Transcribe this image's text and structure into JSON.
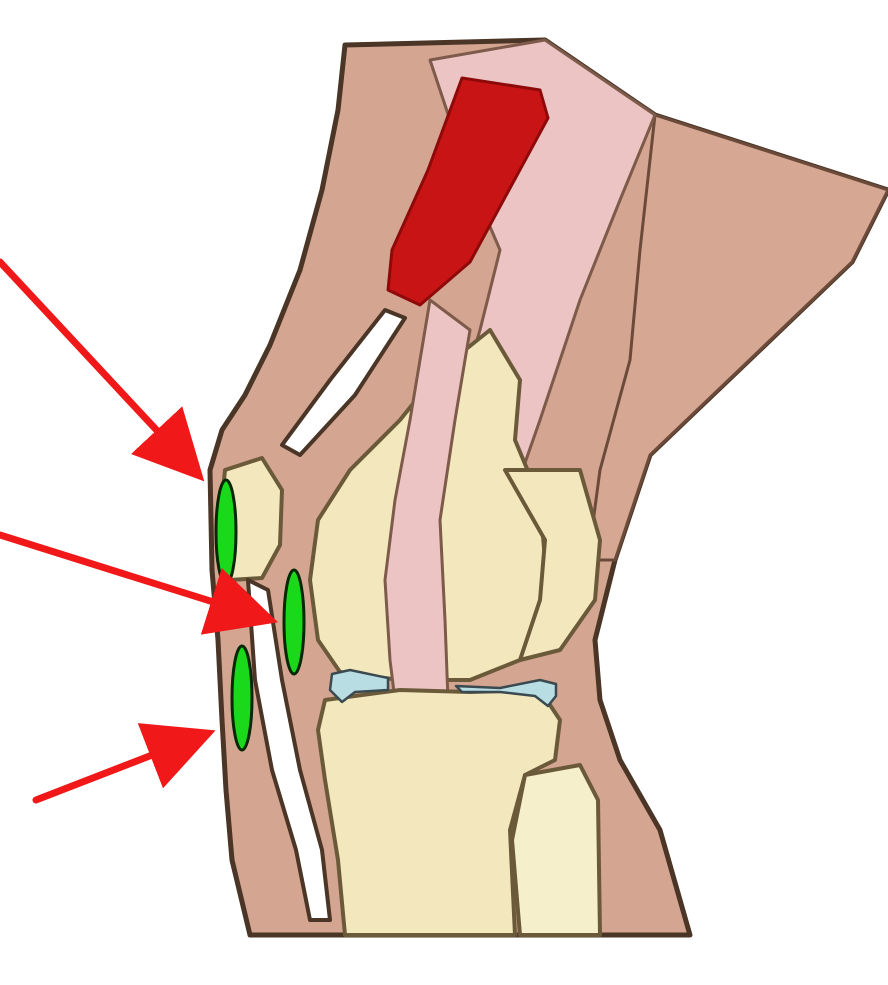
{
  "figure": {
    "subject": "knee-joint-sagittal-cross-section",
    "labels": []
  },
  "colors": {
    "background": "#ffffff",
    "skin": "#d4a590",
    "skin_dark": "#c99580",
    "outline": "#4a3526",
    "muscle": "#c81414",
    "muscle_dark": "#8e0a0a",
    "tendon": "#ecc4c4",
    "tendon_light": "#f3d9d6",
    "bone": "#f3e8bd",
    "fat_pad": "#f6efcc",
    "meniscus": "#b8dde3",
    "bursa": "#1ad91a",
    "bursa_outline": "#062806",
    "arrow": "#f01818"
  },
  "bursae": [
    {
      "name": "prepatellar-bursa"
    },
    {
      "name": "deep-infrapatellar-bursa"
    },
    {
      "name": "superficial-infrapatellar-bursa"
    }
  ],
  "arrows": [
    {
      "name": "arrow-to-prepatellar-bursa"
    },
    {
      "name": "arrow-to-deep-infrapatellar-bursa"
    },
    {
      "name": "arrow-to-superficial-infrapatellar-bursa"
    }
  ]
}
